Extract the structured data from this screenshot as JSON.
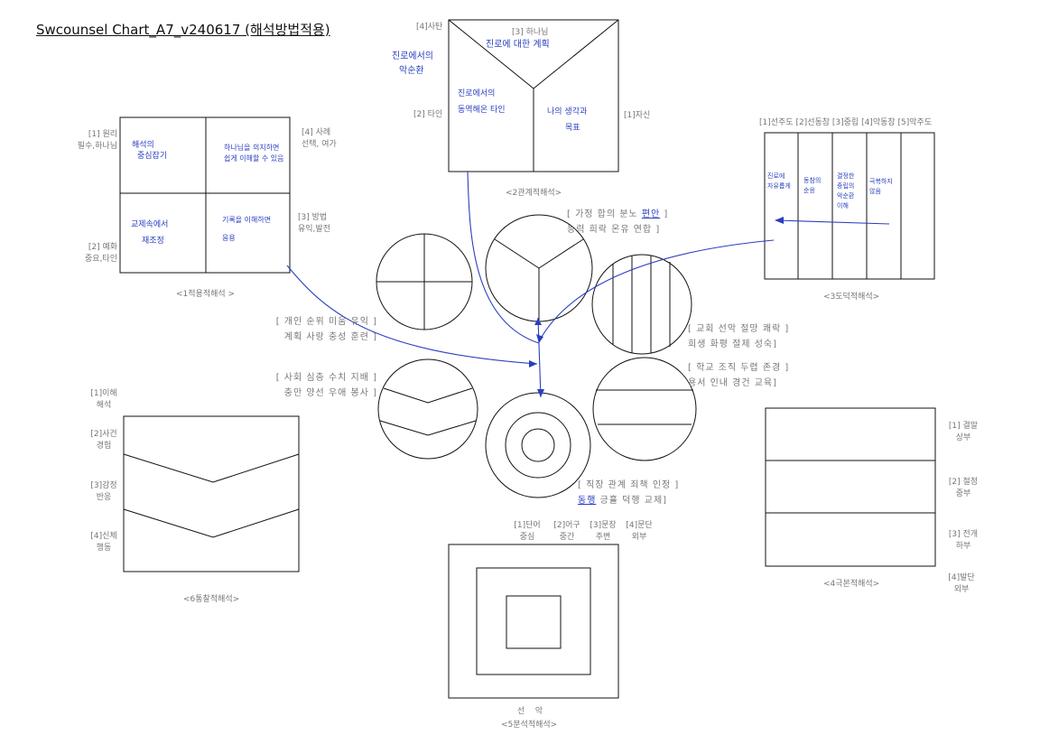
{
  "title": "Swcounsel Chart_A7_v240617 (해석방법적용)",
  "box1": {
    "caption": "<1적용적해석 >",
    "labels": {
      "tl1": "[1] 원리",
      "tl2": "필수,하나님",
      "tr1": "[4] 사례",
      "tr2": "선택, 여가",
      "br1": "[3] 방법",
      "br2": "유익,발전",
      "bl1": "[2] 예화",
      "bl2": "중요,타인"
    },
    "hand": {
      "q1a": "해석의",
      "q1b": "중심잡기",
      "q2a": "하나님을 의지하면",
      "q2b": "쉽게 이해할 수 있음",
      "q3a": "교제속에서",
      "q3b": "재조정",
      "q4a": "기록을 이해하면",
      "q4b": "응용"
    }
  },
  "box2": {
    "caption": "<2관계적해석>",
    "labels": {
      "tl": "[4]사탄",
      "top": "[3] 하나님",
      "left": "[2] 타인",
      "right": "[1]자신"
    },
    "hand": {
      "top": "진로에 대한 계획",
      "left_a": "진로에서의",
      "left_b": "동역해온 타인",
      "right_a": "나의 생각과",
      "right_b": "목표",
      "outside_a": "진로에서의",
      "outside_b": "악순환"
    }
  },
  "box3": {
    "caption": "<3도덕적해석>",
    "header": "[1]선주도 [2]선동참 [3]중립 [4]악동참 [5]악주도",
    "hand": {
      "c1a": "진로에",
      "c1b": "자유롭게",
      "c2a": "동참의",
      "c2b": "순응",
      "c3a": "결정한",
      "c3b": "중립의",
      "c3c": "악순환",
      "c3d": "이해",
      "c4a": "극복하지",
      "c4b": "않음"
    }
  },
  "box4": {
    "caption": "<4극본적해석>",
    "labels": {
      "r1a": "[1] 결말",
      "r1b": "상부",
      "r2a": "[2] 절정",
      "r2b": "중부",
      "r3a": "[3] 전개",
      "r3b": "하부",
      "r4a": "[4]발단",
      "r4b": "외부"
    }
  },
  "box5": {
    "caption": "<5분석적해석>",
    "bottom": "선    악",
    "labels": {
      "c1a": "[1]단어",
      "c1b": "중심",
      "c2a": "[2]어구",
      "c2b": "중간",
      "c3a": "[3]문장",
      "c3b": "주변",
      "c4a": "[4]문단",
      "c4b": "외부"
    }
  },
  "box6": {
    "caption": "<6통찰적해석>",
    "labels": {
      "l1a": "[1]이해",
      "l1b": "해석",
      "l2a": "[2]사건",
      "l2b": "경험",
      "l3a": "[3]감정",
      "l3b": "반응",
      "l4a": "[4]신체",
      "l4b": "행동"
    }
  },
  "brackets": {
    "top_a": "[ 가정  합의  분노 ",
    "top_a_ul": "편안",
    "top_a_end": " ]",
    "top_b": "능력  희락  온유  연합 ]",
    "left1_a": "[ 개인  순위  미움  유익 ]",
    "left1_b": "계획  사랑  충성  훈련 ]",
    "left2_a": "[ 사회  심층  수치  지배 ]",
    "left2_b": "충만  양선  우애  봉사 ]",
    "right1_a": "[ 교회  선악  절망  쾌락 ]",
    "right1_b": "희생  화평  절제  성숙]",
    "right2_a": "[ 학교  조직  두렵  존경 ]",
    "right2_b": "용서  인내  경건  교육]",
    "bottom_a": "[ 직장  관계  죄책  인정 ]",
    "bottom_b_ul": "동행",
    "bottom_b": " 긍휼  덕행  교제]"
  },
  "colors": {
    "ink": "#111111",
    "pen": "#2a3fbf",
    "label": "#777777"
  }
}
